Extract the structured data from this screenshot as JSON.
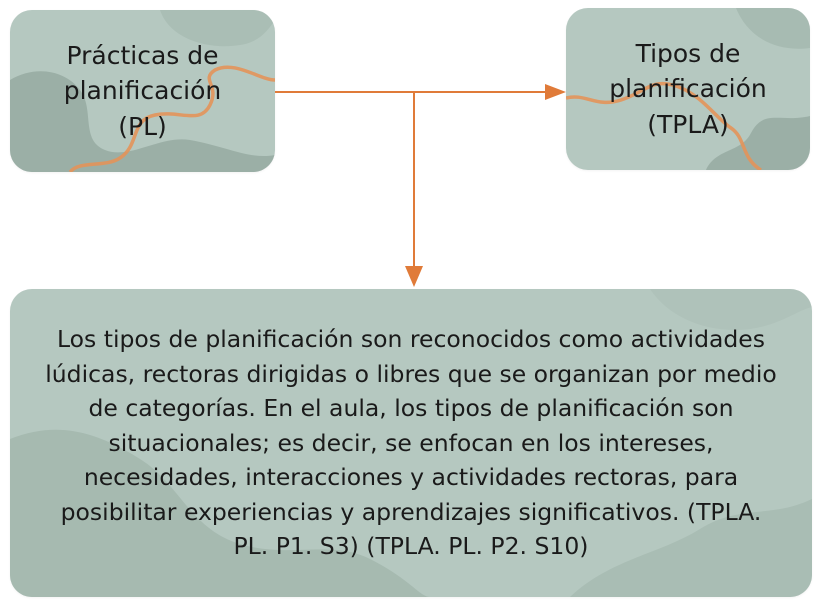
{
  "nodes": {
    "source": {
      "label": "Prácticas de\nplanificación\n(PL)"
    },
    "target": {
      "label": "Tipos de\nplanificación\n(TPLA)"
    },
    "description": {
      "text": "Los tipos de planificación son reconocidos como actividades lúdicas, rectoras dirigidas o libres que se organizan por medio de categorías. En el aula, los tipos de planificación son situacionales; es decir, se enfocan en los intereses, necesidades, interacciones y actividades rectoras, para posibilitar experiencias y aprendizajes significativos. (TPLA. PL. P1. S3) (TPLA. PL. P2. S10)"
    }
  },
  "edges": [
    {
      "from": "source",
      "to": "target"
    },
    {
      "from": "source",
      "to": "description"
    }
  ],
  "colors": {
    "box_fill": "#b5c8c0",
    "box_shade": "#8fa49b",
    "connector": "#e07b39",
    "text": "#1a1a1a"
  }
}
